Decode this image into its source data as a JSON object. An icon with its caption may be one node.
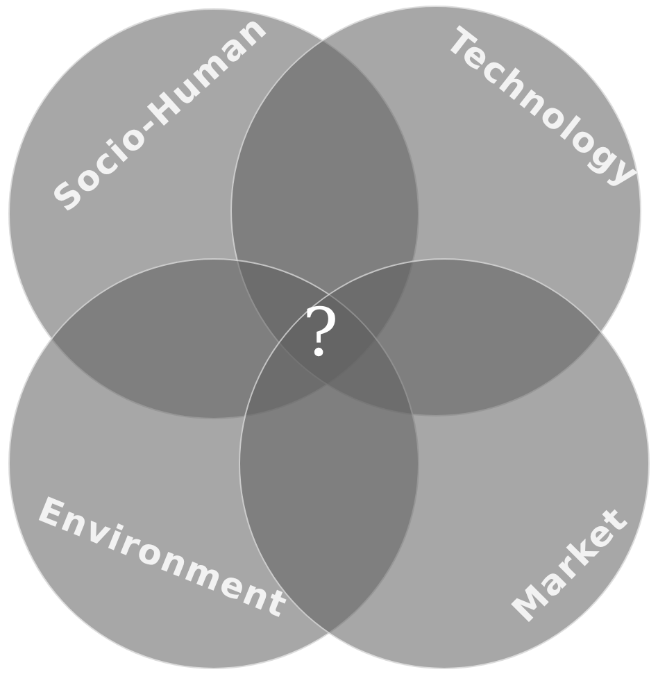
{
  "diagram": {
    "nodes": [
      {
        "text": [
          "Socio-Human"
        ]
      },
      {
        "text": [
          "Technology"
        ]
      },
      {
        "text": [
          "Environment"
        ]
      },
      {
        "text": [
          "Market"
        ]
      }
    ],
    "edges": [],
    "labels": [
      "?"
    ]
  }
}
